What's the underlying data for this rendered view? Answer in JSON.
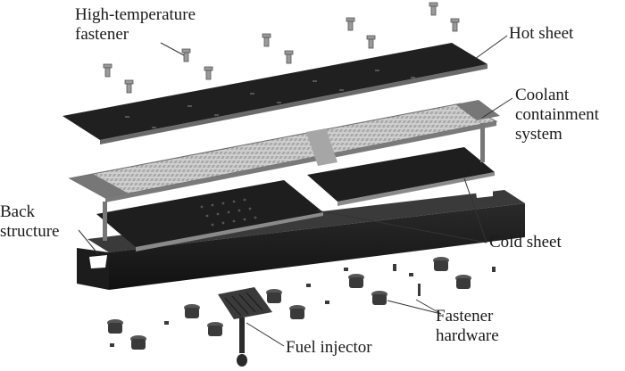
{
  "labels": {
    "high_temp_fastener": [
      "High-temperature",
      "fastener"
    ],
    "hot_sheet": [
      "Hot sheet"
    ],
    "coolant_containment": [
      "Coolant",
      "containment",
      "system"
    ],
    "back_structure": [
      "Back",
      "structure"
    ],
    "cold_sheet": [
      "Cold sheet"
    ],
    "fastener_hardware": [
      "Fastener",
      "hardware"
    ],
    "fuel_injector": [
      "Fuel injector"
    ]
  },
  "colors": {
    "dark_panel": "#222222",
    "mesh": "#c6c6c6",
    "hardware": "#4a4a4a",
    "light_hardware": "#9a9a9a",
    "text": "#1a1a1a"
  }
}
